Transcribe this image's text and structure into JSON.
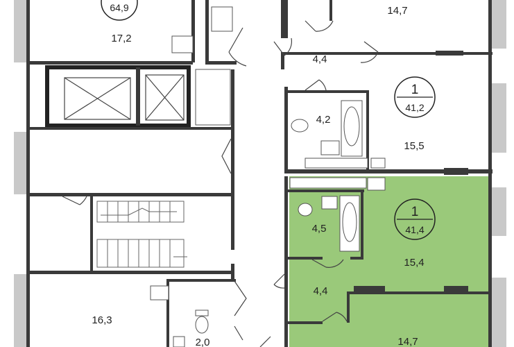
{
  "highlight_color": "#9ac97a",
  "apartments": [
    {
      "id": "apt-top-right",
      "rooms": "1",
      "total_area": "41,2"
    },
    {
      "id": "apt-highlighted",
      "rooms": "1",
      "total_area": "41,4"
    }
  ],
  "partial_badge": {
    "total_area": "64,9"
  },
  "room_areas": {
    "top_left_room": "17,2",
    "top_right_room": "14,7",
    "hall_upper": "4,4",
    "bath_upper": "4,2",
    "living_upper": "15,5",
    "bath_lower": "4,5",
    "living_lower": "15,4",
    "hall_lower": "4,4",
    "bedroom_lower": "14,7",
    "bottom_left_room": "16,3",
    "bottom_wc": "2,0"
  }
}
